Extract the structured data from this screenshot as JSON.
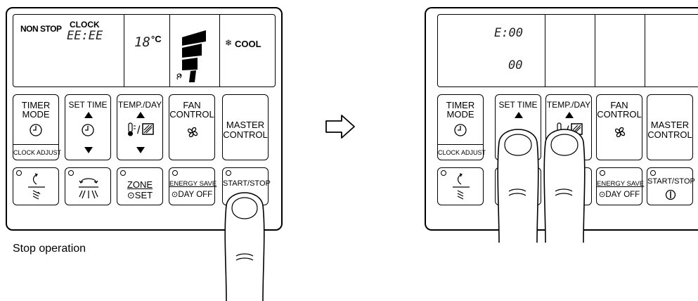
{
  "left_panel": {
    "lcd": {
      "non_stop": "NON STOP",
      "clock": "CLOCK",
      "clock_digits": "EE:EE",
      "temp_digits": "18",
      "temp_unit": "°C",
      "cool_icon": "snowflake-icon",
      "mode": "COOL"
    },
    "buttons": {
      "timer_mode": "TIMER MODE",
      "timer_mode_line1": "TIMER",
      "timer_mode_line2": "MODE",
      "clock_adjust": "CLOCK ADJUST",
      "set_time": "SET TIME",
      "temp_day": "TEMP./DAY",
      "fan_control_line1": "FAN",
      "fan_control_line2": "CONTROL",
      "master_control_line1": "MASTER",
      "master_control_line2": "CONTROL",
      "zone": "ZONE",
      "zone_set": "⊙SET",
      "energy_save": "ENERGY SAVE",
      "day_off": "⊙DAY OFF",
      "start_stop": "START/STOP"
    },
    "caption": "Stop operation"
  },
  "right_panel": {
    "lcd": {
      "line1": "E:00",
      "line2": "00"
    },
    "buttons": {
      "timer_mode_line1": "TIMER",
      "timer_mode_line2": "MODE",
      "clock_adjust": "CLOCK ADJUST",
      "set_time": "SET TIME",
      "temp_day": "TEMP./DAY",
      "fan_control_line1": "FAN",
      "fan_control_line2": "CONTROL",
      "master_control_line1": "MASTER",
      "master_control_line2": "CONTROL",
      "energy_save": "ENERGY SAVE",
      "day_off": "⊙DAY OFF",
      "start_stop": "START/STOP"
    }
  },
  "icons": {
    "arrow": "right-arrow-icon",
    "clock": "clock-icon",
    "thermometer": "thermometer-icon",
    "fan": "fan-icon",
    "power": "power-icon",
    "finger": "finger-press-icon"
  }
}
